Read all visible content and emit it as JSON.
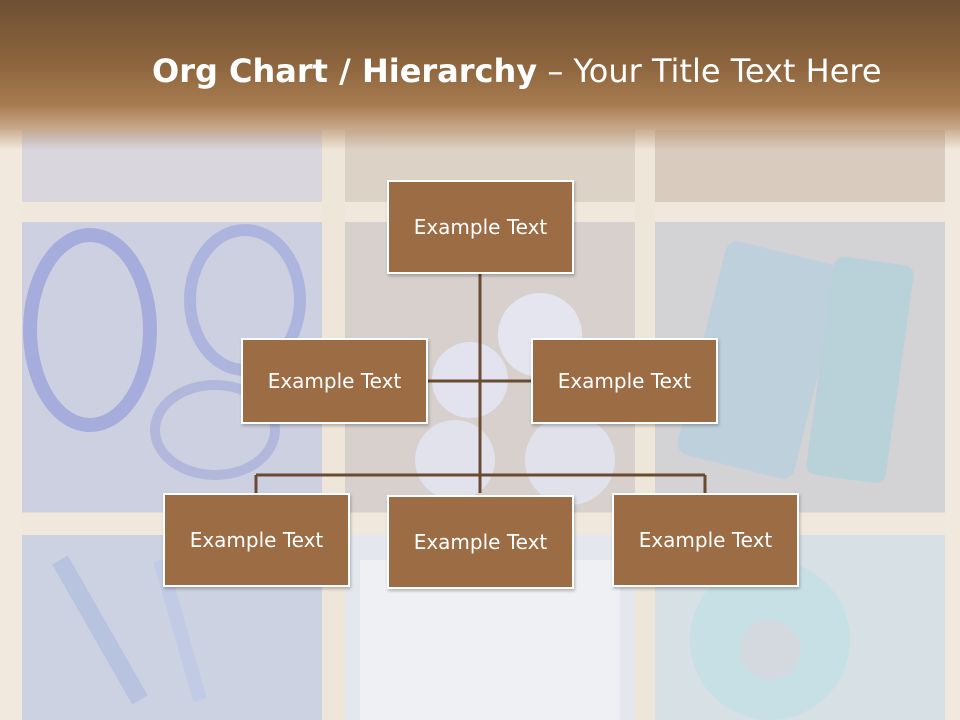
{
  "slide": {
    "title_bold": "Org Chart / Hierarchy",
    "title_separator": " – ",
    "title_rest": "Your Title Text Here"
  },
  "org_chart": {
    "root": {
      "label": "Example Text"
    },
    "assistants": [
      {
        "label": "Example Text"
      },
      {
        "label": "Example Text"
      }
    ],
    "children": [
      {
        "label": "Example Text"
      },
      {
        "label": "Example Text"
      },
      {
        "label": "Example Text"
      }
    ]
  },
  "colors": {
    "header": "#8e663f",
    "box_fill": "#9c6c45",
    "box_border": "#ffffff",
    "connector": "#6a4a30",
    "title_text": "#ffffff"
  }
}
